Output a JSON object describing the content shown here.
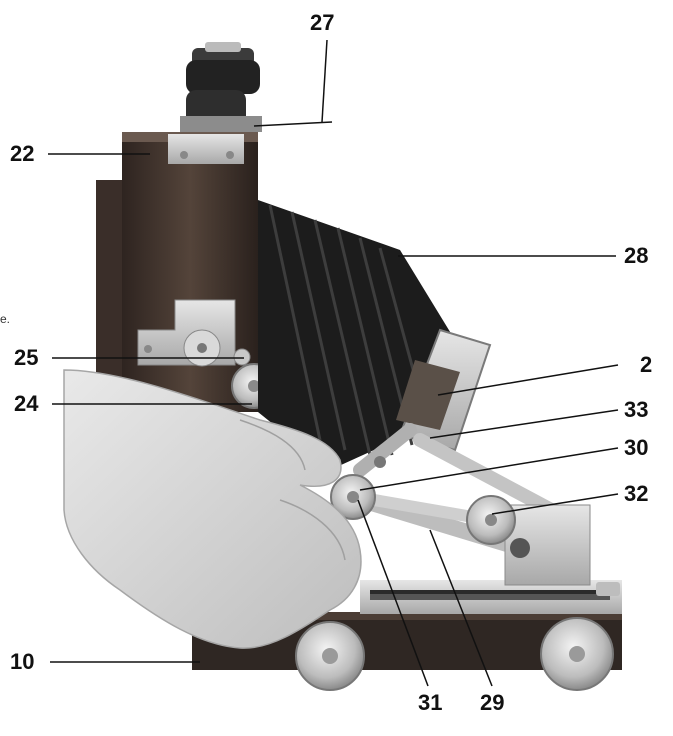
{
  "figure": {
    "stray_text": "e.",
    "callouts": [
      {
        "id": "27",
        "label": "27"
      },
      {
        "id": "22",
        "label": "22"
      },
      {
        "id": "28",
        "label": "28"
      },
      {
        "id": "25",
        "label": "25"
      },
      {
        "id": "2",
        "label": "2"
      },
      {
        "id": "24",
        "label": "24"
      },
      {
        "id": "33",
        "label": "33"
      },
      {
        "id": "30",
        "label": "30"
      },
      {
        "id": "32",
        "label": "32"
      },
      {
        "id": "10",
        "label": "10"
      },
      {
        "id": "31",
        "label": "31"
      },
      {
        "id": "29",
        "label": "29"
      }
    ]
  },
  "colors": {
    "wood": "#4a3a30",
    "bellows": "#1c1c1c",
    "metal": "#c9c9c9",
    "skin": "#d8d8d8",
    "leader": "#111111"
  }
}
